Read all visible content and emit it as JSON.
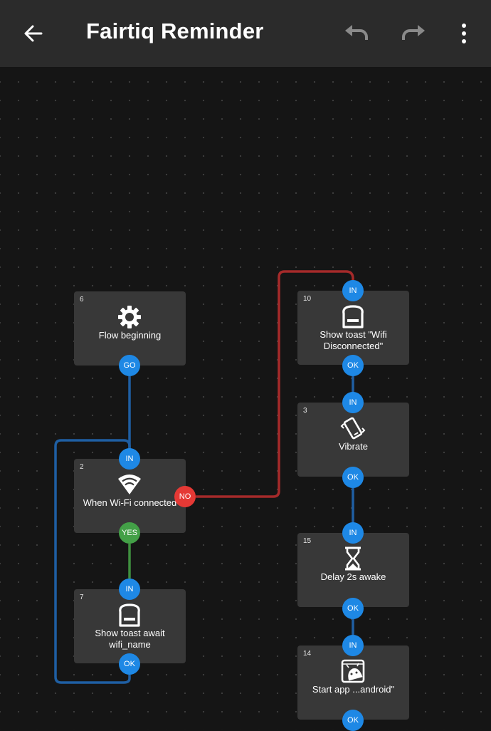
{
  "appbar": {
    "title": "Fairtiq Reminder",
    "back_icon": "arrow-left-icon",
    "undo_icon": "undo-icon",
    "redo_icon": "redo-icon",
    "menu_icon": "more-vert-icon"
  },
  "colors": {
    "background": "#151515",
    "node": "#383838",
    "port_blue": "#1e88e5",
    "port_red": "#e53935",
    "port_green": "#43a047",
    "wire_blue": "#1f5fa3",
    "wire_red": "#a52a2a",
    "wire_green": "#3f8f3f"
  },
  "nodes": {
    "n6": {
      "id": "6",
      "label": "Flow beginning",
      "icon": "gear-icon"
    },
    "n2": {
      "id": "2",
      "label": "When Wi-Fi connected",
      "icon": "wifi-icon"
    },
    "n7": {
      "id": "7",
      "label": "Show toast await wifi_name",
      "icon": "toast-icon"
    },
    "n10": {
      "id": "10",
      "label": "Show toast \"Wifi Disconnected\"",
      "icon": "toast-icon"
    },
    "n3": {
      "id": "3",
      "label": "Vibrate",
      "icon": "vibrate-icon"
    },
    "n15": {
      "id": "15",
      "label": "Delay 2s awake",
      "icon": "hourglass-icon"
    },
    "n14": {
      "id": "14",
      "label": "Start app ...android\"",
      "icon": "android-app-icon"
    }
  },
  "ports": {
    "go": "GO",
    "in": "IN",
    "ok": "OK",
    "yes": "YES",
    "no": "NO"
  }
}
